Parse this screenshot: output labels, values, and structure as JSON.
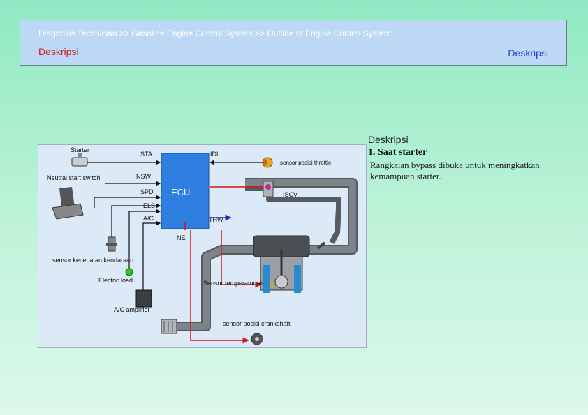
{
  "header": {
    "breadcrumb": "Diagnosis Technician >> Gasoline Engine Control System >> Outline of Engine Control System",
    "left_title": "Deskripsi",
    "right_title": "Deskripsi"
  },
  "diagram": {
    "labels": {
      "starter": "Starter",
      "sta": "STA",
      "idl": "IDL",
      "throttle_sensor": "sensor posisi throttle",
      "neutral_start_switch": "Neutral start switch",
      "nsw": "NSW",
      "spd": "SPD",
      "ecu": "ECU",
      "iscv": "ISCV",
      "els": "ELS",
      "ac": "A/C",
      "thw": "THW",
      "ne": "NE",
      "vehicle_speed_sensor": "sensor kecepatan kendaraan",
      "electric_load": "Electric load",
      "water_temp_sensor": "Sensor temperatur air",
      "ac_amplifier": "A/C amplifier",
      "crankshaft_sensor": "sensor posisi crankshaft"
    }
  },
  "description": {
    "title": "Deskripsi",
    "subtitle_num": "1.",
    "subtitle": "Saat starter",
    "body": "Rangkaian bypass dibuka untuk meningkatkan kemampuan starter."
  },
  "colors": {
    "accent_red": "#d01818",
    "accent_blue": "#1f3fd0",
    "ecu_blue": "#2f7fe0",
    "pipe_gray": "#6e7478"
  }
}
